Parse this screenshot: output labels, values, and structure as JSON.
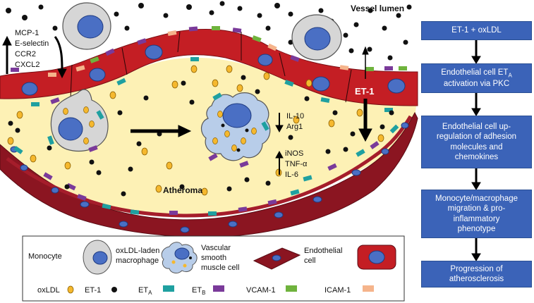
{
  "labels": {
    "vessel_lumen": "Vessel lumen",
    "atheroma": "Atheroma",
    "et1": "ET-1",
    "left_up_list": [
      "MCP-1",
      "E-selectin",
      "CCR2",
      "CXCL2"
    ],
    "anti_inflam": [
      "IL-10",
      "Arg1"
    ],
    "pro_inflam": [
      "iNOS",
      "TNF-α",
      "IL-6"
    ]
  },
  "legend": {
    "monocyte": "Monocyte",
    "oxldl_macrophage": "oxLDL-laden\nmacrophage",
    "vsmc": "Vascular\nsmooth\nmuscle cell",
    "endothelial": "Endothelial\ncell",
    "oxldl": "oxLDL",
    "et1": "ET-1",
    "eta_base": "ET",
    "eta_sub": "A",
    "etb_base": "ET",
    "etb_sub": "B",
    "vcam": "VCAM-1",
    "icam": "ICAM-1"
  },
  "colors": {
    "endothelium": "#c41e24",
    "endothelium_dark": "#8b1521",
    "intima": "#fdf1b5",
    "nucleus": "#4a6fc4",
    "cell": "#d6d6d6",
    "oxldl": "#f5b82e",
    "eta": "#1fa0a0",
    "etb": "#7a3a9a",
    "vcam": "#6fb33d",
    "icam": "#f5b48b",
    "flow_box": "#3b63b8"
  },
  "flowchart": [
    {
      "text": "ET-1 + oxLDL"
    },
    {
      "text": "Endothelial cell ET",
      "sub": "A",
      "text2": "\nactivation via PKC"
    },
    {
      "text": "Endothelial cell up-\nregulation of adhesion\nmolecules and\nchemokines"
    },
    {
      "text": "Monocyte/macrophage\nmigration & pro-\ninflammatory\nphenotype"
    },
    {
      "text": "Progression of\natherosclerosis"
    }
  ]
}
